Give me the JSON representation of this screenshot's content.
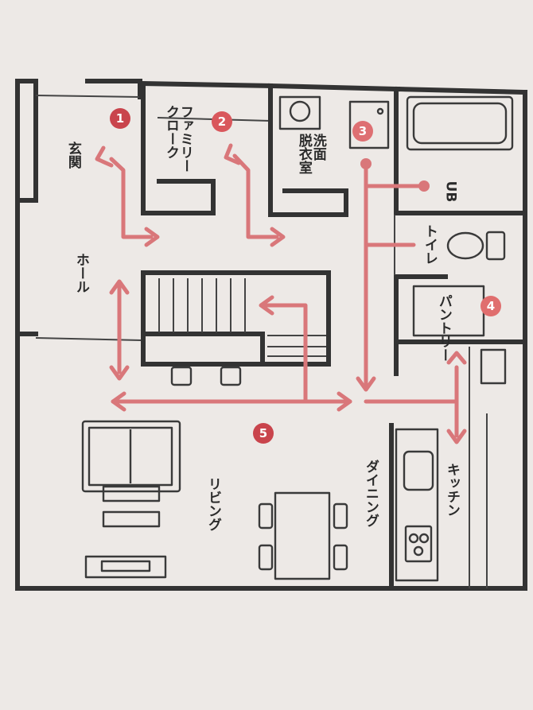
{
  "rooms": {
    "entrance": "玄関",
    "family_cloak": "ファミリー\nクローク",
    "washroom": "洗面\n脱衣室",
    "bath": "UB",
    "toilet": "トイレ",
    "hall": "ホール",
    "pantry": "パントリー",
    "living": "リビング",
    "dining": "ダイニング",
    "kitchen": "キッチン"
  },
  "markers": [
    {
      "num": "1",
      "color": "#c9444c"
    },
    {
      "num": "2",
      "color": "#d9575c"
    },
    {
      "num": "3",
      "color": "#de6f72"
    },
    {
      "num": "4",
      "color": "#e06e6e"
    },
    {
      "num": "5",
      "color": "#c9444c"
    }
  ],
  "colors": {
    "route": "#d9777a",
    "wall": "#333333",
    "paper": "#ede9e6"
  }
}
